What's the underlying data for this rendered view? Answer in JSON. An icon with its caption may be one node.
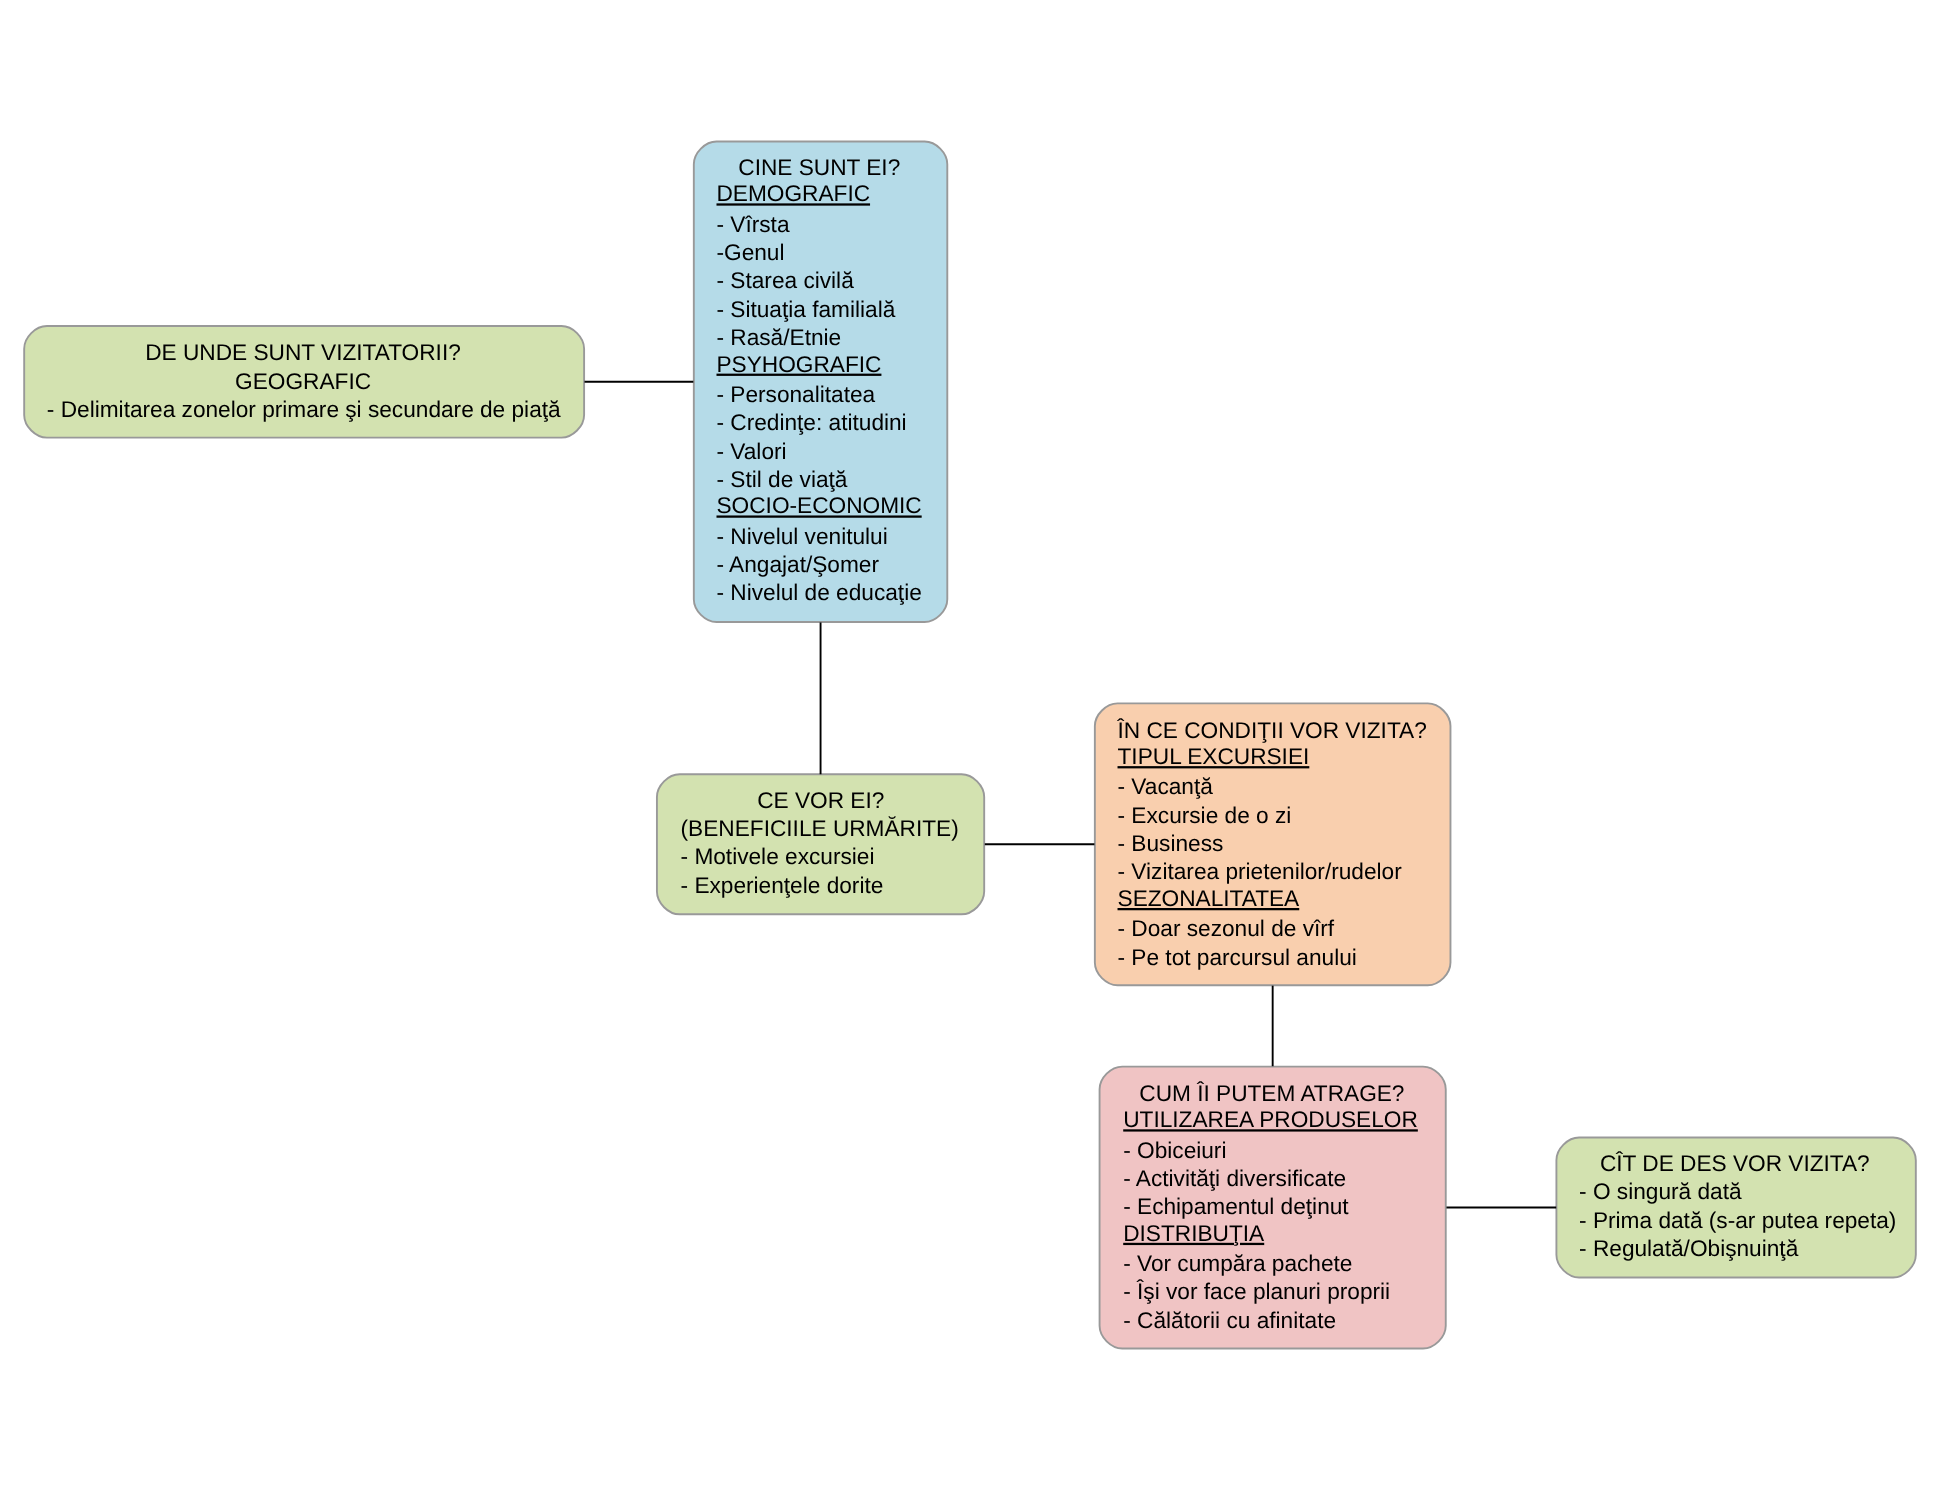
{
  "diagram": {
    "nodes": [
      {
        "text": [
          "DE UNDE SUNT VIZITATORII?",
          "GEOGRAFIC",
          "- Delimitarea zonelor primare şi secundare de piaţă"
        ]
      },
      {
        "text": [
          "CINE SUNT EI?",
          "DEMOGRAFIC",
          "- Vîrsta",
          "-Genul",
          "- Starea civilă",
          "- Situaţia familială",
          "- Rasă/Etnie",
          "PSYHOGRAFIC",
          "- Personalitatea",
          "- Credinţe: atitudini",
          "- Valori",
          "- Stil de viaţă",
          "SOCIO-ECONOMIC",
          "- Nivelul venitului",
          "- Angajat/Şomer",
          "- Nivelul de educaţie"
        ]
      },
      {
        "text": [
          "CE VOR EI?",
          "(BENEFICIILE URMĂRITE)",
          "- Motivele excursiei",
          "- Experienţele dorite"
        ]
      },
      {
        "text": [
          "ÎN CE CONDIŢII VOR VIZITA?",
          "TIPUL EXCURSIEI",
          "- Vacanţă",
          "- Excursie de o zi",
          "- Business",
          "- Vizitarea prietenilor/rudelor",
          "SEZONALITATEA",
          "- Doar sezonul de vîrf",
          "- Pe tot parcursul anului"
        ]
      },
      {
        "text": [
          "CUM ÎI PUTEM ATRAGE?",
          "UTILIZAREA PRODUSELOR",
          "- Obiceiuri",
          "- Activităţi diversificate",
          "- Echipamentul deţinut",
          "DISTRIBUŢIA",
          "- Vor cumpăra pachete",
          "- Îşi vor face planuri proprii",
          "- Călătorii cu afinitate"
        ]
      },
      {
        "text": [
          "CÎT DE DES VOR VIZITA?",
          "- O singură dată",
          "- Prima dată (s-ar putea repeta)",
          "- Regulată/Obişnuinţă"
        ]
      }
    ],
    "edges": [
      {
        "from": 0,
        "to": 1,
        "arrow": "none"
      },
      {
        "from": 1,
        "to": 2,
        "arrow": "none"
      },
      {
        "from": 2,
        "to": 3,
        "arrow": "none"
      },
      {
        "from": 3,
        "to": 4,
        "arrow": "none"
      },
      {
        "from": 4,
        "to": 5,
        "arrow": "none"
      }
    ]
  }
}
